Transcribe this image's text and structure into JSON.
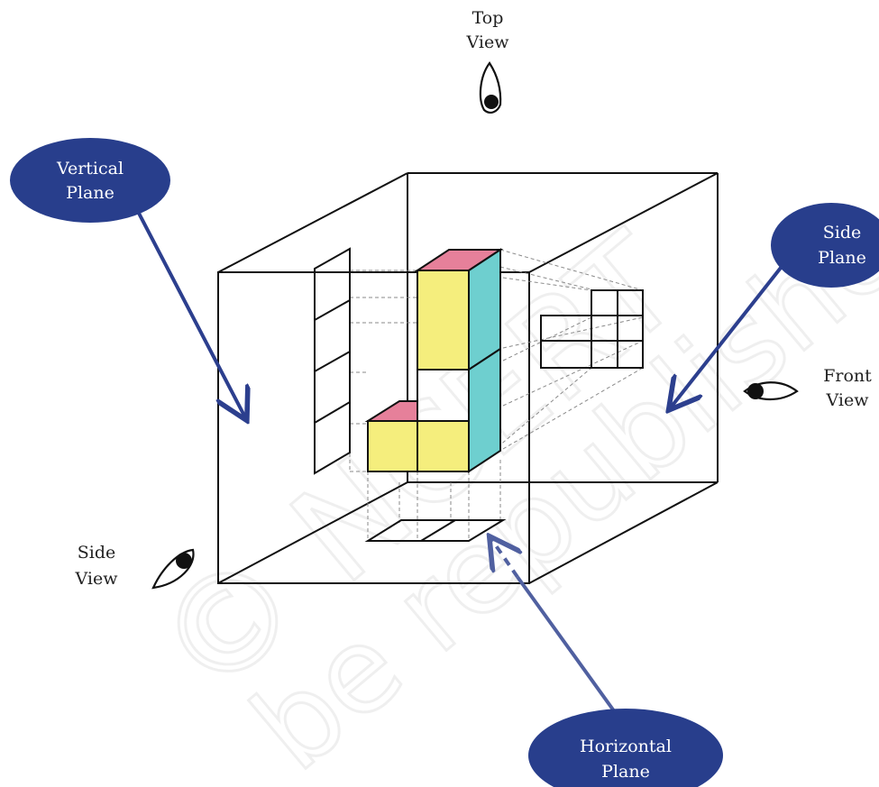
{
  "labels": {
    "top_view": [
      "Top",
      "View"
    ],
    "front_view": [
      "Front",
      "View"
    ],
    "side_view": [
      "Side",
      "View"
    ],
    "vertical_plane": [
      "Vertical",
      "Plane"
    ],
    "side_plane": [
      "Side",
      "Plane"
    ],
    "horizontal_plane": [
      "Horizontal",
      "Plane"
    ]
  },
  "watermark": {
    "line1": "© NCERT",
    "line2": "be republished"
  },
  "colors": {
    "oval_fill": "#283e8c",
    "arrow": "#2c3f8e",
    "arrow_light": "#5060a0",
    "cube_top": "#e6809a",
    "cube_front": "#f5ee7d",
    "cube_side": "#6ecfcf",
    "projection_line": "#8a8a8a",
    "frame_line": "#111111"
  }
}
